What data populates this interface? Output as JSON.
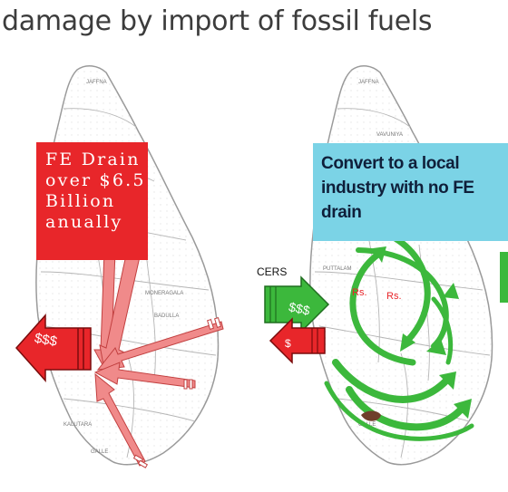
{
  "title": "damage by import of fossil fuels",
  "left_map": {
    "callout_lines": [
      "FE Drain",
      "over $6.5",
      "Billion",
      "anually"
    ],
    "arrow_label": "$$$"
  },
  "right_map": {
    "callout_lines": [
      "Convert to a local",
      "industry with no FE",
      "drain"
    ],
    "cers_label": "CERS",
    "green_arrow_label": "$$$",
    "red_arrow_label": "$",
    "rs_labels": [
      "Rs.",
      "Rs."
    ]
  },
  "colors": {
    "red_box": "#e8262a",
    "blue_box": "#7bd3e6",
    "map_outline": "#9a9a9a",
    "arrow_pink": "#f08a8a",
    "arrow_green": "#3cb83c"
  }
}
